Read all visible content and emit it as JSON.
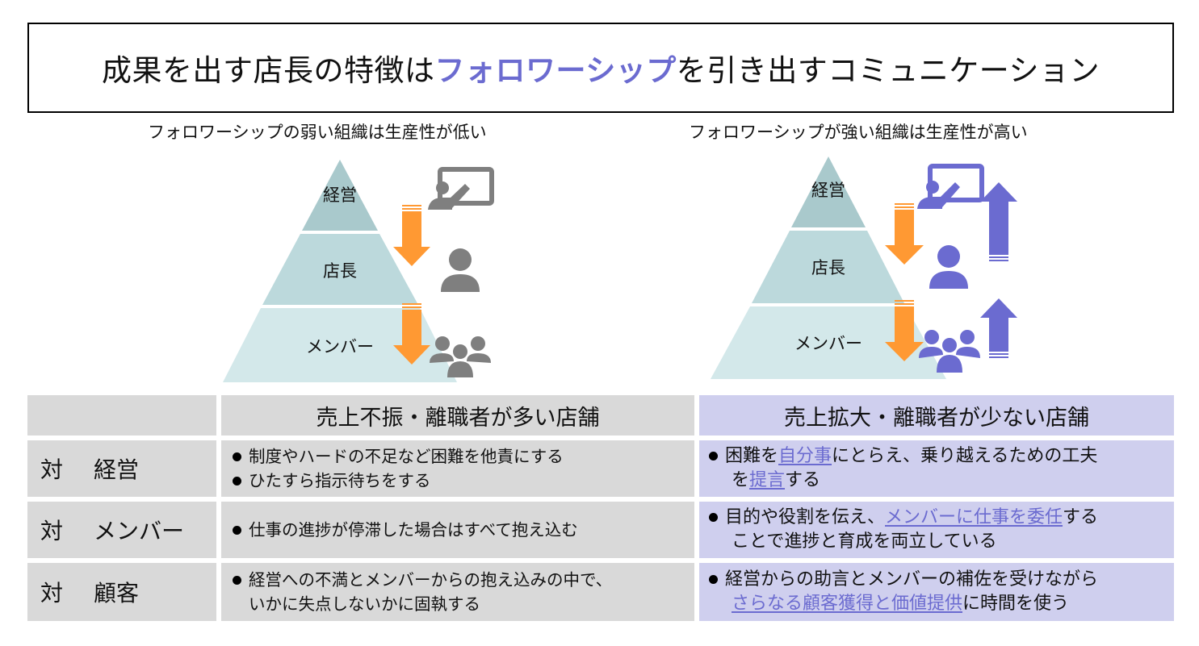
{
  "title": {
    "before": "成果を出す店長の特徴は",
    "highlight": "フォロワーシップ",
    "after": "を引き出すコミュニケーション",
    "highlight_color": "#6b6bd0"
  },
  "left_panel": {
    "caption": "フォロワーシップの弱い組織は生産性が低い",
    "tiers": [
      "経営",
      "店長",
      "メンバー"
    ],
    "icons": [
      "presenter-icon",
      "person-icon",
      "group-icon"
    ],
    "icon_color": "#7f7f7f",
    "down_arrow_color": "#ff9933"
  },
  "right_panel": {
    "caption": "フォロワーシップが強い組織は生産性が高い",
    "tiers": [
      "経営",
      "店長",
      "メンバー"
    ],
    "icons": [
      "presenter-icon",
      "person-icon",
      "group-icon"
    ],
    "icon_color": "#6b6bd0",
    "down_arrow_color": "#ff9933",
    "up_arrow_color": "#6b6bd0"
  },
  "table": {
    "headers": [
      "",
      "売上不振・離職者が多い店舗",
      "売上拡大・離職者が少ない店舗"
    ],
    "rows": [
      {
        "label_pre": "対",
        "label": "経営",
        "bad": [
          "制度やハードの不足など困難を他責にする",
          "ひたすら指示待ちをする"
        ],
        "good": {
          "line1_a": "困難を",
          "line1_hl": "自分事",
          "line1_b": "にとらえ、乗り越えるための工夫",
          "line2_a": "を",
          "line2_hl": "提言",
          "line2_b": "する"
        }
      },
      {
        "label_pre": "対",
        "label": "メンバー",
        "bad": [
          "仕事の進捗が停滞した場合はすべて抱え込む"
        ],
        "good": {
          "line1_a": "目的や役割を伝え、",
          "line1_hl": "メンバーに仕事を委任",
          "line1_b": "する",
          "line2_a": "ことで進捗と育成を両立している",
          "line2_hl": "",
          "line2_b": ""
        }
      },
      {
        "label_pre": "対",
        "label": "顧客",
        "bad": [
          "経営への不満とメンバーからの抱え込みの中で、",
          "いかに失点しないかに固執する"
        ],
        "good": {
          "line1_a": "経営からの助言とメンバーの補佐を受けながら",
          "line1_hl": "",
          "line1_b": "",
          "line2_a": "",
          "line2_hl": "さらなる顧客獲得と価値提供",
          "line2_b": "に時間を使う"
        }
      }
    ],
    "colors": {
      "neutral_cell": "#d9d9d9",
      "good_cell": "#cfcfee"
    }
  },
  "colors": {
    "pyramid_top": "#a9c9cc",
    "pyramid_mid": "#bcd9dc",
    "pyramid_bottom": "#d3e8ea"
  }
}
